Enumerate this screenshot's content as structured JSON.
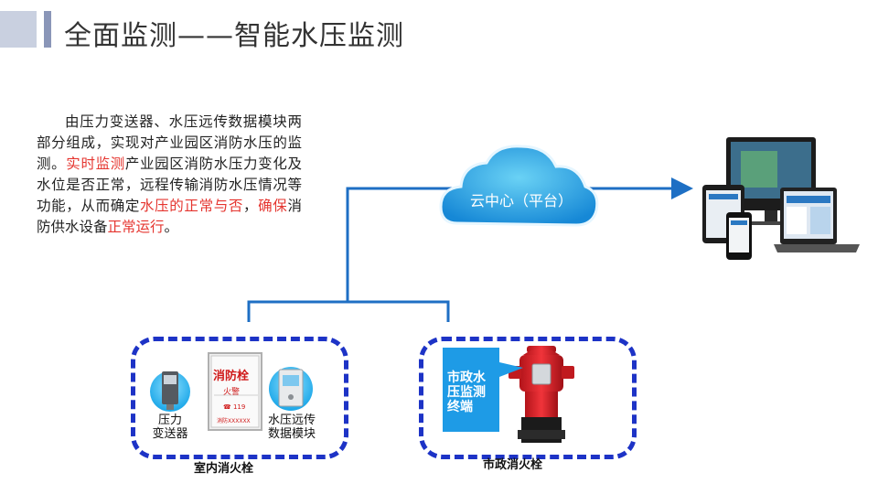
{
  "title": "全面监测——智能水压监测",
  "description": {
    "p1": "由压力变送器、水压远传数据模块两部分组成，实现对产业园区消防水压的监测。",
    "p2": "实时监测",
    "p3": "产业园区消防水压力变化及水位是否正常，远程传输消防水压情况等功能，从而确定",
    "p4": "水压的正常与否",
    "p5": "，",
    "p6": "确保",
    "p7": "消防供水设备",
    "p8": "正常运行",
    "p9": "。"
  },
  "cloud": {
    "label": "云中心（平台）"
  },
  "indoor": {
    "caption": "室内消火栓",
    "sensor_label_1": "压力",
    "sensor_label_2": "变送器",
    "module_label_1": "水压远传",
    "module_label_2": "数据模块",
    "cabinet_title": "消防栓",
    "cabinet_sub": "火警"
  },
  "city": {
    "caption": "市政消火栓",
    "terminal_line1": "市政水",
    "terminal_line2": "压监测",
    "terminal_line3": "终端"
  },
  "colors": {
    "accent_blue": "#1e6fc4",
    "frame_blue": "#1d33c6",
    "highlight_red": "#e5352f",
    "terminal_blue": "#1e9be6"
  },
  "icons": [
    "pressure-sensor-icon",
    "fire-cabinet-icon",
    "data-module-icon",
    "hydrant-icon",
    "devices-icon",
    "cloud-icon"
  ]
}
